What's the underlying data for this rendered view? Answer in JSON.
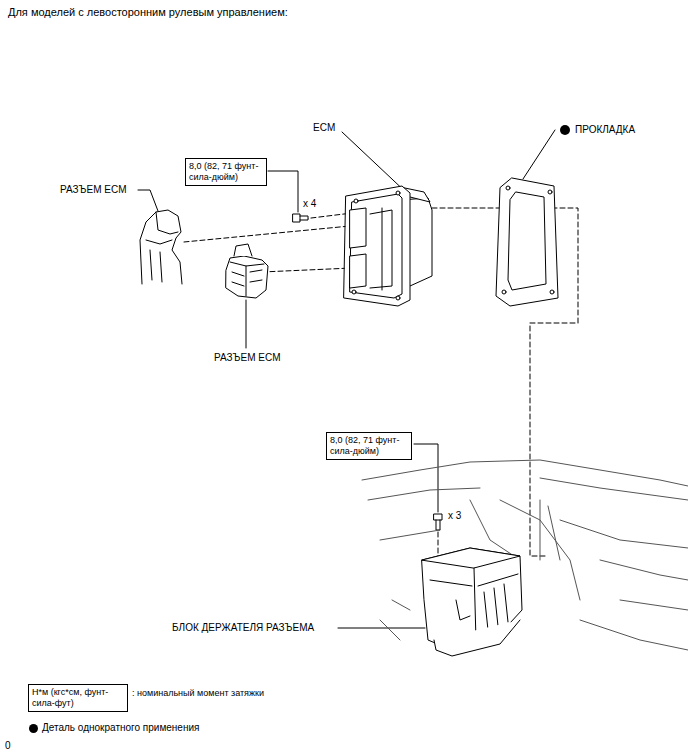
{
  "diagram": {
    "title": "Для моделей с левосторонним рулевым управлением:",
    "nodes": [
      {
        "text": [
          "8,0 (82, 71 фунт- сила-дюйм)"
        ]
      },
      {
        "text": [
          "8,0 (82, 71 фунт- сила-дюйм)"
        ]
      },
      {
        "text": [
          "Н*м (кгс*см, фунт- сила-фут)",
          ": номинальный момент затяжки"
        ]
      }
    ],
    "labels": [
      "ECM",
      "ПРОКЛАДКА",
      "x 4",
      "РАЗЪЕМ ECM",
      "РАЗЪЕМ ECM",
      "x 3",
      "БЛОК ДЕРЖАТЕЛЯ РАЗЪЕМА",
      "0"
    ],
    "legend": [
      {
        "text": "Деталь однократного применения"
      }
    ]
  }
}
